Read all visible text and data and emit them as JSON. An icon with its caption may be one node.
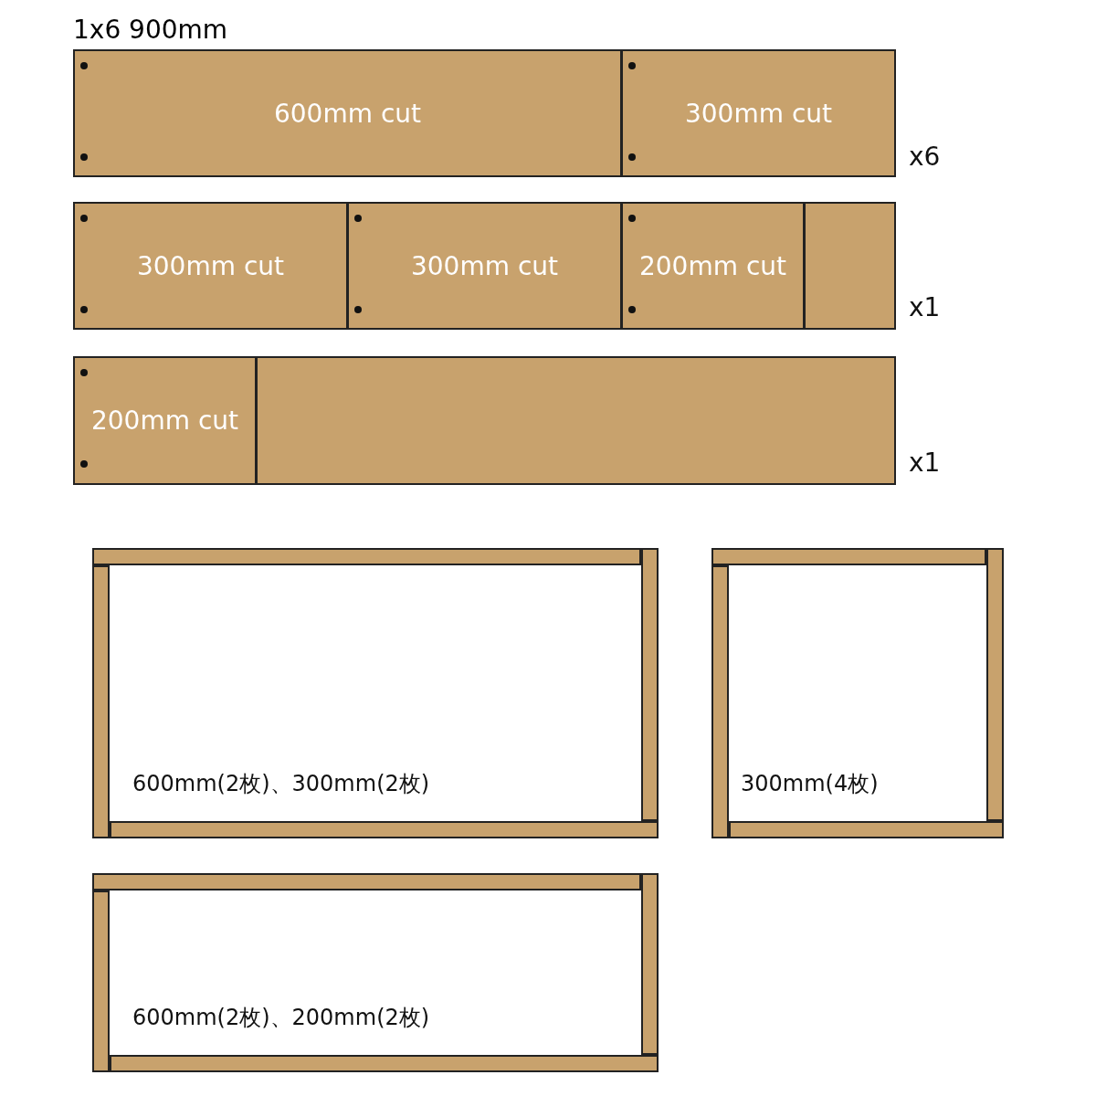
{
  "diagram": {
    "nodes": [
      {
        "text": [
          "1x6 900mm"
        ]
      },
      {
        "text": [
          "600mm cut"
        ],
        "in": 0
      },
      {
        "text": [
          "300mm cut"
        ],
        "in": 0
      },
      {
        "text": [],
        "shape": "box"
      },
      {
        "text": [
          "300mm cut"
        ],
        "in": 3
      },
      {
        "text": [
          "300mm cut"
        ],
        "in": 3
      },
      {
        "text": [
          "200mm cut"
        ],
        "in": 3
      },
      {
        "text": [],
        "shape": "box",
        "in": 3
      },
      {
        "text": [],
        "shape": "box"
      },
      {
        "text": [
          "200mm cut"
        ],
        "in": 8
      },
      {
        "text": [],
        "shape": "box",
        "in": 8
      },
      {
        "text": [
          "600mm(2枚)、300mm(2枚)"
        ]
      },
      {
        "text": [
          "300mm(4枚)"
        ]
      },
      {
        "text": [
          "600mm(2枚)、200mm(2枚)"
        ]
      }
    ],
    "labels": [
      "x6",
      "x1",
      "x1"
    ]
  }
}
